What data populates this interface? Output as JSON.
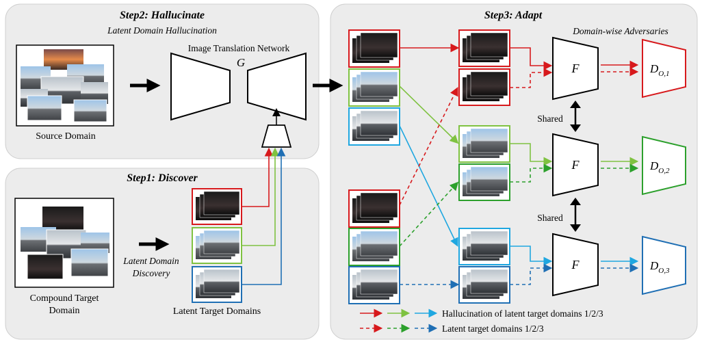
{
  "step2": {
    "title": "Step2: Hallucinate",
    "subtitle": "Latent Domain Hallucination",
    "network_label": "Image Translation Network",
    "generator_symbol": "G",
    "source_label": "Source Domain"
  },
  "step1": {
    "title": "Step1: Discover",
    "compound_label_line1": "Compound Target",
    "compound_label_line2": "Domain",
    "discovery_line1": "Latent Domain",
    "discovery_line2": "Discovery",
    "latent_label": "Latent Target Domains"
  },
  "step3": {
    "title": "Step3: Adapt",
    "adversaries_label": "Domain-wise Adversaries",
    "feature_symbol": "F",
    "shared_label": "Shared",
    "discriminators": [
      "D",
      "D",
      "D"
    ],
    "discriminator_subscripts": [
      "O,1",
      "O,2",
      "O,3"
    ]
  },
  "legend": {
    "hallucination_text": "Hallucination of latent target domains 1/2/3",
    "latent_text": "Latent target domains 1/2/3"
  },
  "colors": {
    "domain1_red": "#d7191c",
    "domain2_green": "#7fc241",
    "domain2_dashed": "#2ca02c",
    "domain3_blue": "#1fa7e0",
    "domain3_dashed": "#1f6fb4",
    "panel_bg": "#ececec"
  }
}
